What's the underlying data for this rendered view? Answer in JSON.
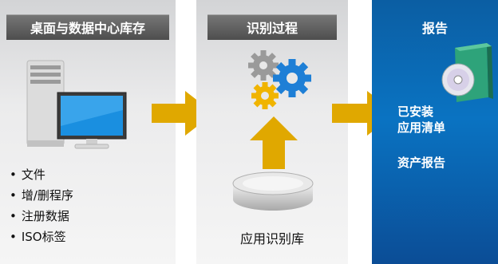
{
  "panels": {
    "desktop": {
      "title": "桌面与数据中心库存",
      "items": [
        "文件",
        "增/删程序",
        "注册数据",
        "ISO标签"
      ]
    },
    "identification": {
      "title": "识别过程",
      "library_label": "应用识别库"
    },
    "reports": {
      "title": "报告",
      "installed_list": [
        "已安装",
        "应用清单"
      ],
      "asset_report": "资产报告"
    }
  },
  "colors": {
    "arrow": "#e0a800",
    "header_gray": "#5a5a5a",
    "report_blue": "#0a6dbb",
    "gear_gray": "#9a9a9a",
    "gear_blue": "#1e7fd6",
    "gear_yellow": "#f0b400"
  },
  "icons": [
    "computer-tower-icon",
    "monitor-icon",
    "gears-icon",
    "database-disk-icon",
    "software-box-icon",
    "cd-icon"
  ]
}
